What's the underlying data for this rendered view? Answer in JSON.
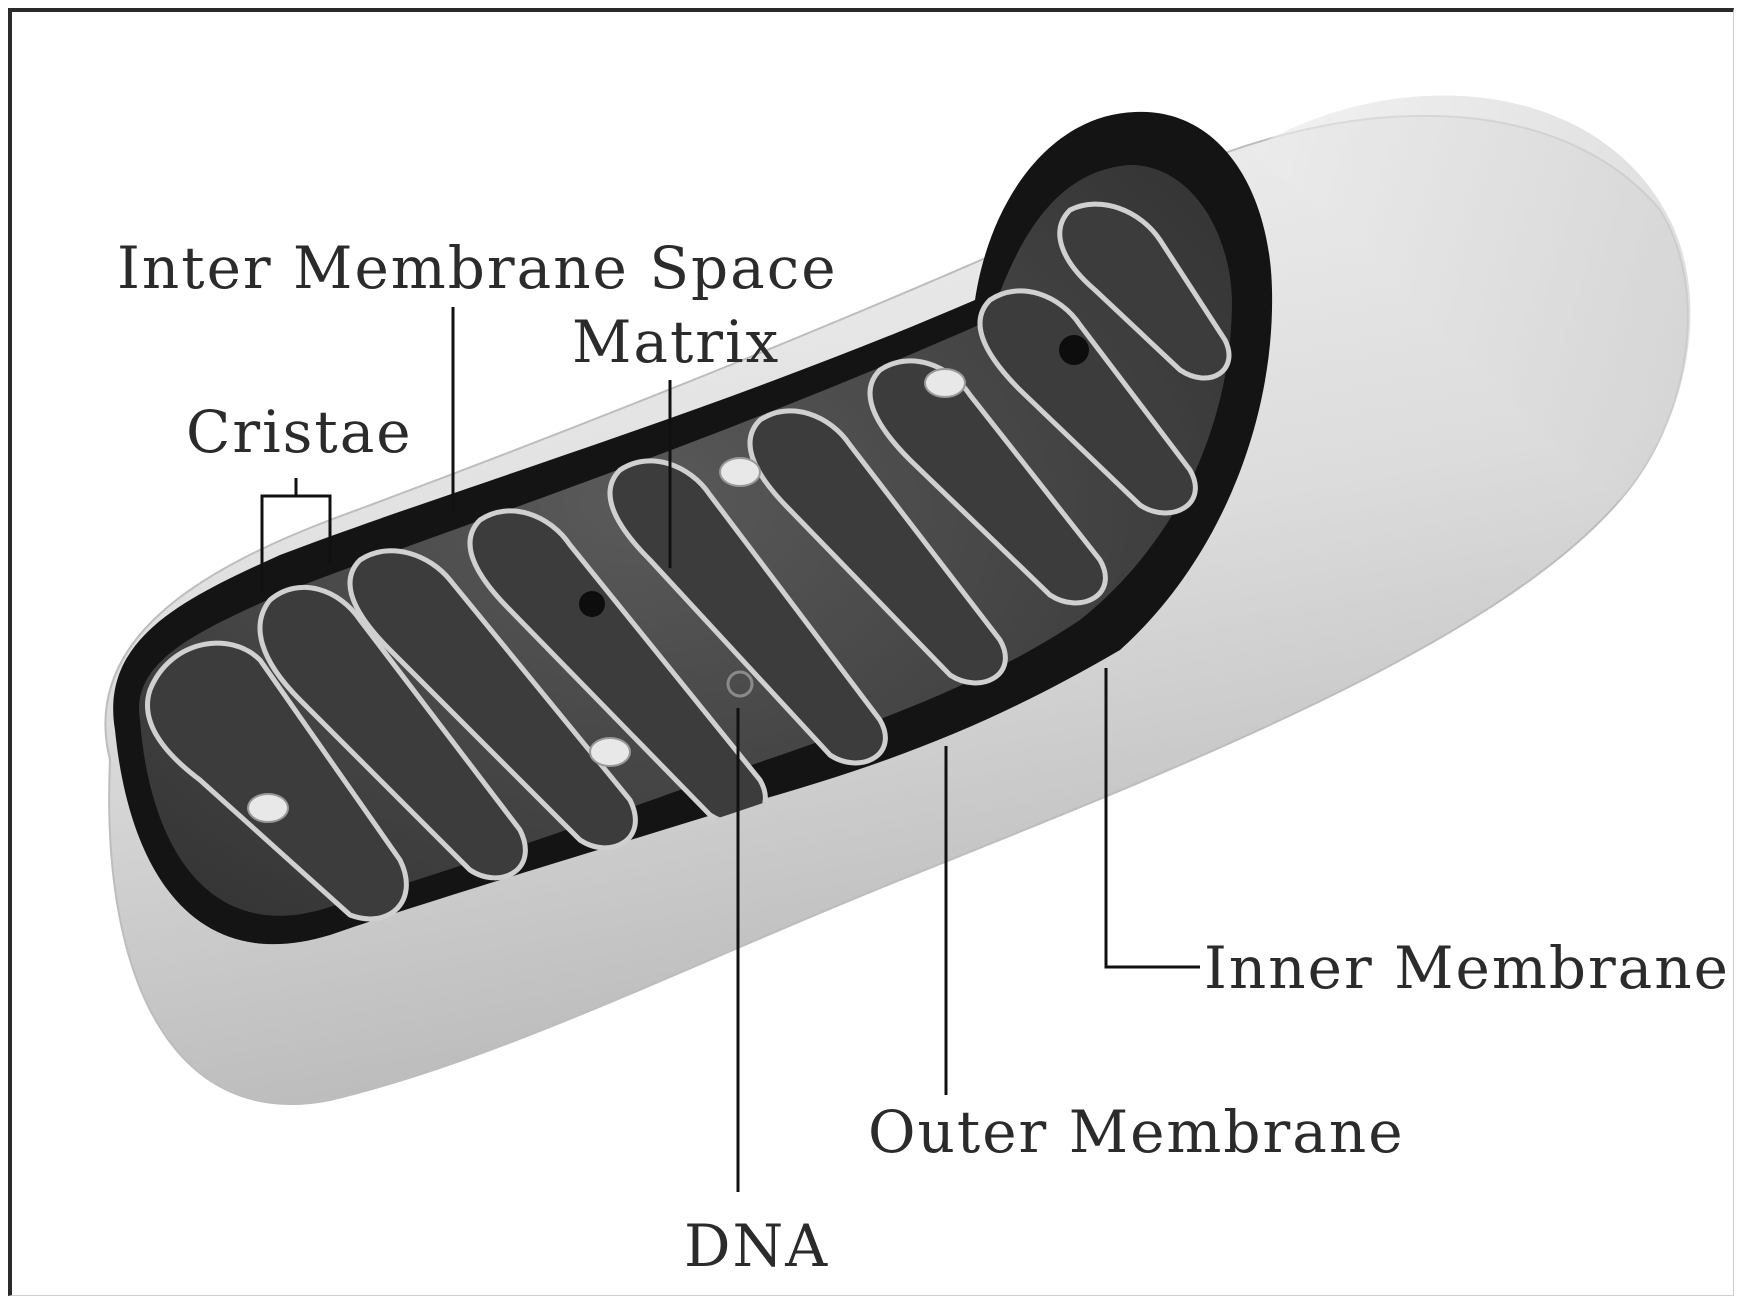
{
  "labels": {
    "inter_membrane_space": "Inter Membrane Space",
    "matrix": "Matrix",
    "cristae": "Cristae",
    "inner_membrane": "Inner Membrane",
    "outer_membrane": "Outer Membrane",
    "dna": "DNA"
  },
  "colors": {
    "outer_shell": "#d6d6d6",
    "inner_dark": "#141414",
    "matrix": "#4a4a4a",
    "crista_outline": "#d0d0d0",
    "label_text": "#2b2b2b",
    "leader_line": "#111111"
  }
}
